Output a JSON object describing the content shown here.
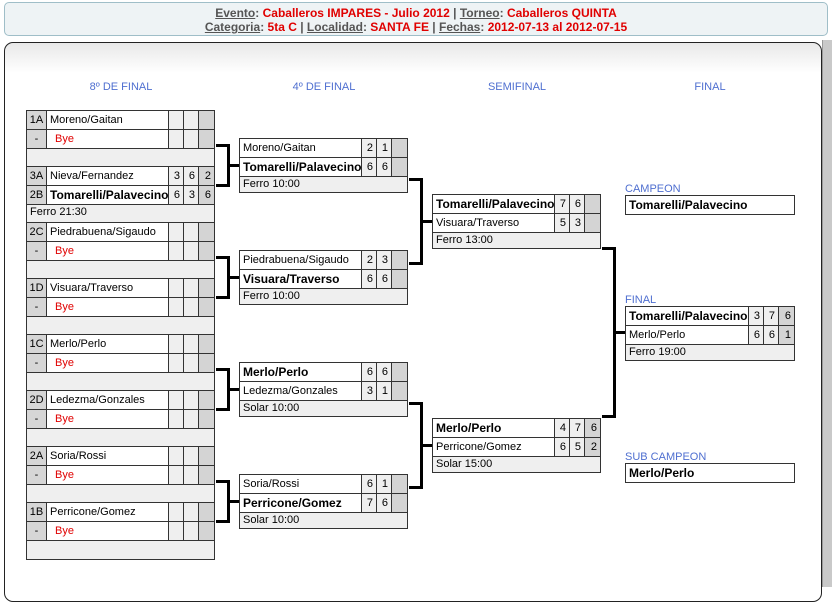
{
  "header": {
    "evento_label": "Evento",
    "evento": "Caballeros IMPARES - Julio 2012",
    "torneo_label": "Torneo",
    "torneo": "Caballeros QUINTA",
    "categoria_label": "Categoria",
    "categoria": "5ta C",
    "localidad_label": "Localidad",
    "localidad": "SANTA FE",
    "fechas_label": "Fechas",
    "fechas": "2012-07-13 al 2012-07-15"
  },
  "columns": [
    "8º DE FINAL",
    "4º DE FINAL",
    "SEMIFINAL",
    "FINAL"
  ],
  "rounds": [
    [
      {
        "players": [
          {
            "seed": "1A",
            "name": "Moreno/Gaitan",
            "scores": [
              "",
              "",
              ""
            ]
          },
          {
            "seed": "-",
            "name": "Bye",
            "bye": true,
            "scores": [
              "",
              "",
              ""
            ]
          }
        ],
        "footer": ""
      },
      {
        "players": [
          {
            "seed": "3A",
            "name": "Nieva/Fernandez",
            "scores": [
              "3",
              "6",
              "2"
            ]
          },
          {
            "seed": "2B",
            "name": "Tomarelli/Palavecino",
            "win": true,
            "scores": [
              "6",
              "3",
              "6"
            ]
          }
        ],
        "footer": "Ferro 21:30"
      },
      {
        "players": [
          {
            "seed": "2C",
            "name": "Piedrabuena/Sigaudo",
            "scores": [
              "",
              "",
              ""
            ]
          },
          {
            "seed": "-",
            "name": "Bye",
            "bye": true,
            "scores": [
              "",
              "",
              ""
            ]
          }
        ],
        "footer": ""
      },
      {
        "players": [
          {
            "seed": "1D",
            "name": "Visuara/Traverso",
            "scores": [
              "",
              "",
              ""
            ]
          },
          {
            "seed": "-",
            "name": "Bye",
            "bye": true,
            "scores": [
              "",
              "",
              ""
            ]
          }
        ],
        "footer": ""
      },
      {
        "players": [
          {
            "seed": "1C",
            "name": "Merlo/Perlo",
            "scores": [
              "",
              "",
              ""
            ]
          },
          {
            "seed": "-",
            "name": "Bye",
            "bye": true,
            "scores": [
              "",
              "",
              ""
            ]
          }
        ],
        "footer": ""
      },
      {
        "players": [
          {
            "seed": "2D",
            "name": "Ledezma/Gonzales",
            "scores": [
              "",
              "",
              ""
            ]
          },
          {
            "seed": "-",
            "name": "Bye",
            "bye": true,
            "scores": [
              "",
              "",
              ""
            ]
          }
        ],
        "footer": ""
      },
      {
        "players": [
          {
            "seed": "2A",
            "name": "Soria/Rossi",
            "scores": [
              "",
              "",
              ""
            ]
          },
          {
            "seed": "-",
            "name": "Bye",
            "bye": true,
            "scores": [
              "",
              "",
              ""
            ]
          }
        ],
        "footer": ""
      },
      {
        "players": [
          {
            "seed": "1B",
            "name": "Perricone/Gomez",
            "scores": [
              "",
              "",
              ""
            ]
          },
          {
            "seed": "-",
            "name": "Bye",
            "bye": true,
            "scores": [
              "",
              "",
              ""
            ]
          }
        ],
        "footer": ""
      }
    ],
    [
      {
        "players": [
          {
            "name": "Moreno/Gaitan",
            "scores": [
              "2",
              "1",
              ""
            ]
          },
          {
            "name": "Tomarelli/Palavecino",
            "win": true,
            "scores": [
              "6",
              "6",
              ""
            ]
          }
        ],
        "footer": "Ferro 10:00"
      },
      {
        "players": [
          {
            "name": "Piedrabuena/Sigaudo",
            "scores": [
              "2",
              "3",
              ""
            ]
          },
          {
            "name": "Visuara/Traverso",
            "win": true,
            "scores": [
              "6",
              "6",
              ""
            ]
          }
        ],
        "footer": "Ferro 10:00"
      },
      {
        "players": [
          {
            "name": "Merlo/Perlo",
            "win": true,
            "scores": [
              "6",
              "6",
              ""
            ]
          },
          {
            "name": "Ledezma/Gonzales",
            "scores": [
              "3",
              "1",
              ""
            ]
          }
        ],
        "footer": "Solar 10:00"
      },
      {
        "players": [
          {
            "name": "Soria/Rossi",
            "scores": [
              "6",
              "1",
              ""
            ]
          },
          {
            "name": "Perricone/Gomez",
            "win": true,
            "scores": [
              "7",
              "6",
              ""
            ]
          }
        ],
        "footer": "Solar 10:00"
      }
    ],
    [
      {
        "players": [
          {
            "name": "Tomarelli/Palavecino",
            "win": true,
            "scores": [
              "7",
              "6",
              ""
            ]
          },
          {
            "name": "Visuara/Traverso",
            "scores": [
              "5",
              "3",
              ""
            ]
          }
        ],
        "footer": "Ferro 13:00"
      },
      {
        "players": [
          {
            "name": "Merlo/Perlo",
            "win": true,
            "scores": [
              "4",
              "7",
              "6"
            ]
          },
          {
            "name": "Perricone/Gomez",
            "scores": [
              "6",
              "5",
              "2"
            ]
          }
        ],
        "footer": "Solar 15:00"
      }
    ],
    [
      {
        "players": [
          {
            "name": "Tomarelli/Palavecino",
            "win": true,
            "scores": [
              "3",
              "7",
              "6"
            ]
          },
          {
            "name": "Merlo/Perlo",
            "scores": [
              "6",
              "6",
              "1"
            ]
          }
        ],
        "footer": "Ferro 19:00"
      }
    ]
  ],
  "final_label": "FINAL",
  "campeon_label": "CAMPEON",
  "campeon": "Tomarelli/Palavecino",
  "subcampeon_label": "SUB CAMPEON",
  "subcampeon": "Merlo/Perlo"
}
